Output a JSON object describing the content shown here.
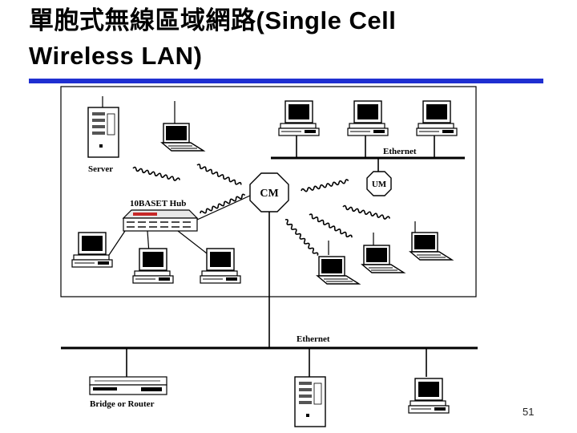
{
  "slide": {
    "title_line1": "單胞式無線區域網路(Single Cell",
    "title_line2": "Wireless LAN)",
    "page_number": "51"
  },
  "diagram": {
    "labels": {
      "server": "Server",
      "ethernet_top": "Ethernet",
      "hub": "10BASET Hub",
      "cm": "CM",
      "um": "UM",
      "ethernet_bottom": "Ethernet",
      "bridge": "Bridge or Router"
    }
  },
  "colors": {
    "title_rule": "#1f2fd1",
    "hub_accent": "#c62828"
  }
}
